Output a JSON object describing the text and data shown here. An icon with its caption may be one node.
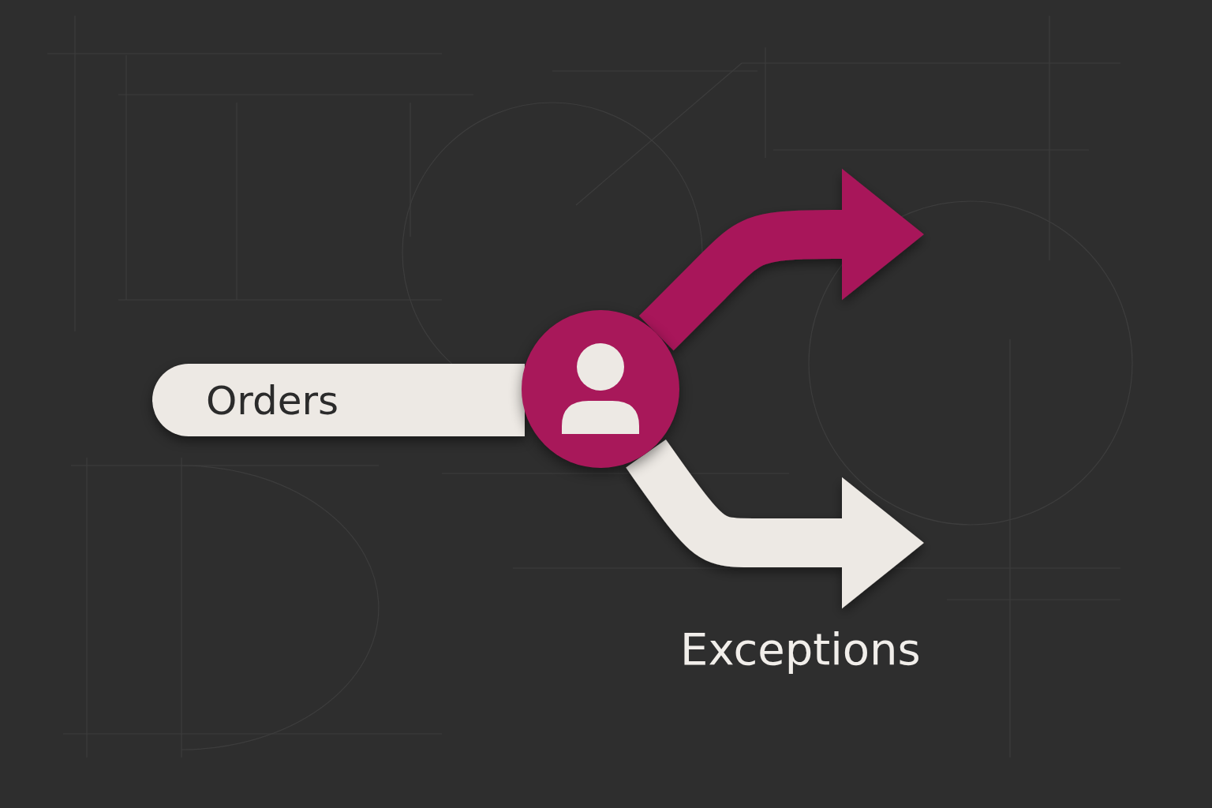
{
  "diagram": {
    "nodes": [
      {
        "text": [
          "Orders"
        ]
      },
      {
        "text": [],
        "shape": "person"
      },
      {
        "text": [
          "Exceptions"
        ]
      }
    ],
    "edges": [
      {
        "from": 1,
        "to": null,
        "arrow": "to",
        "color": "#a8185a"
      },
      {
        "from": 1,
        "to": 2,
        "arrow": "to",
        "color": "#ede9e4"
      }
    ]
  }
}
